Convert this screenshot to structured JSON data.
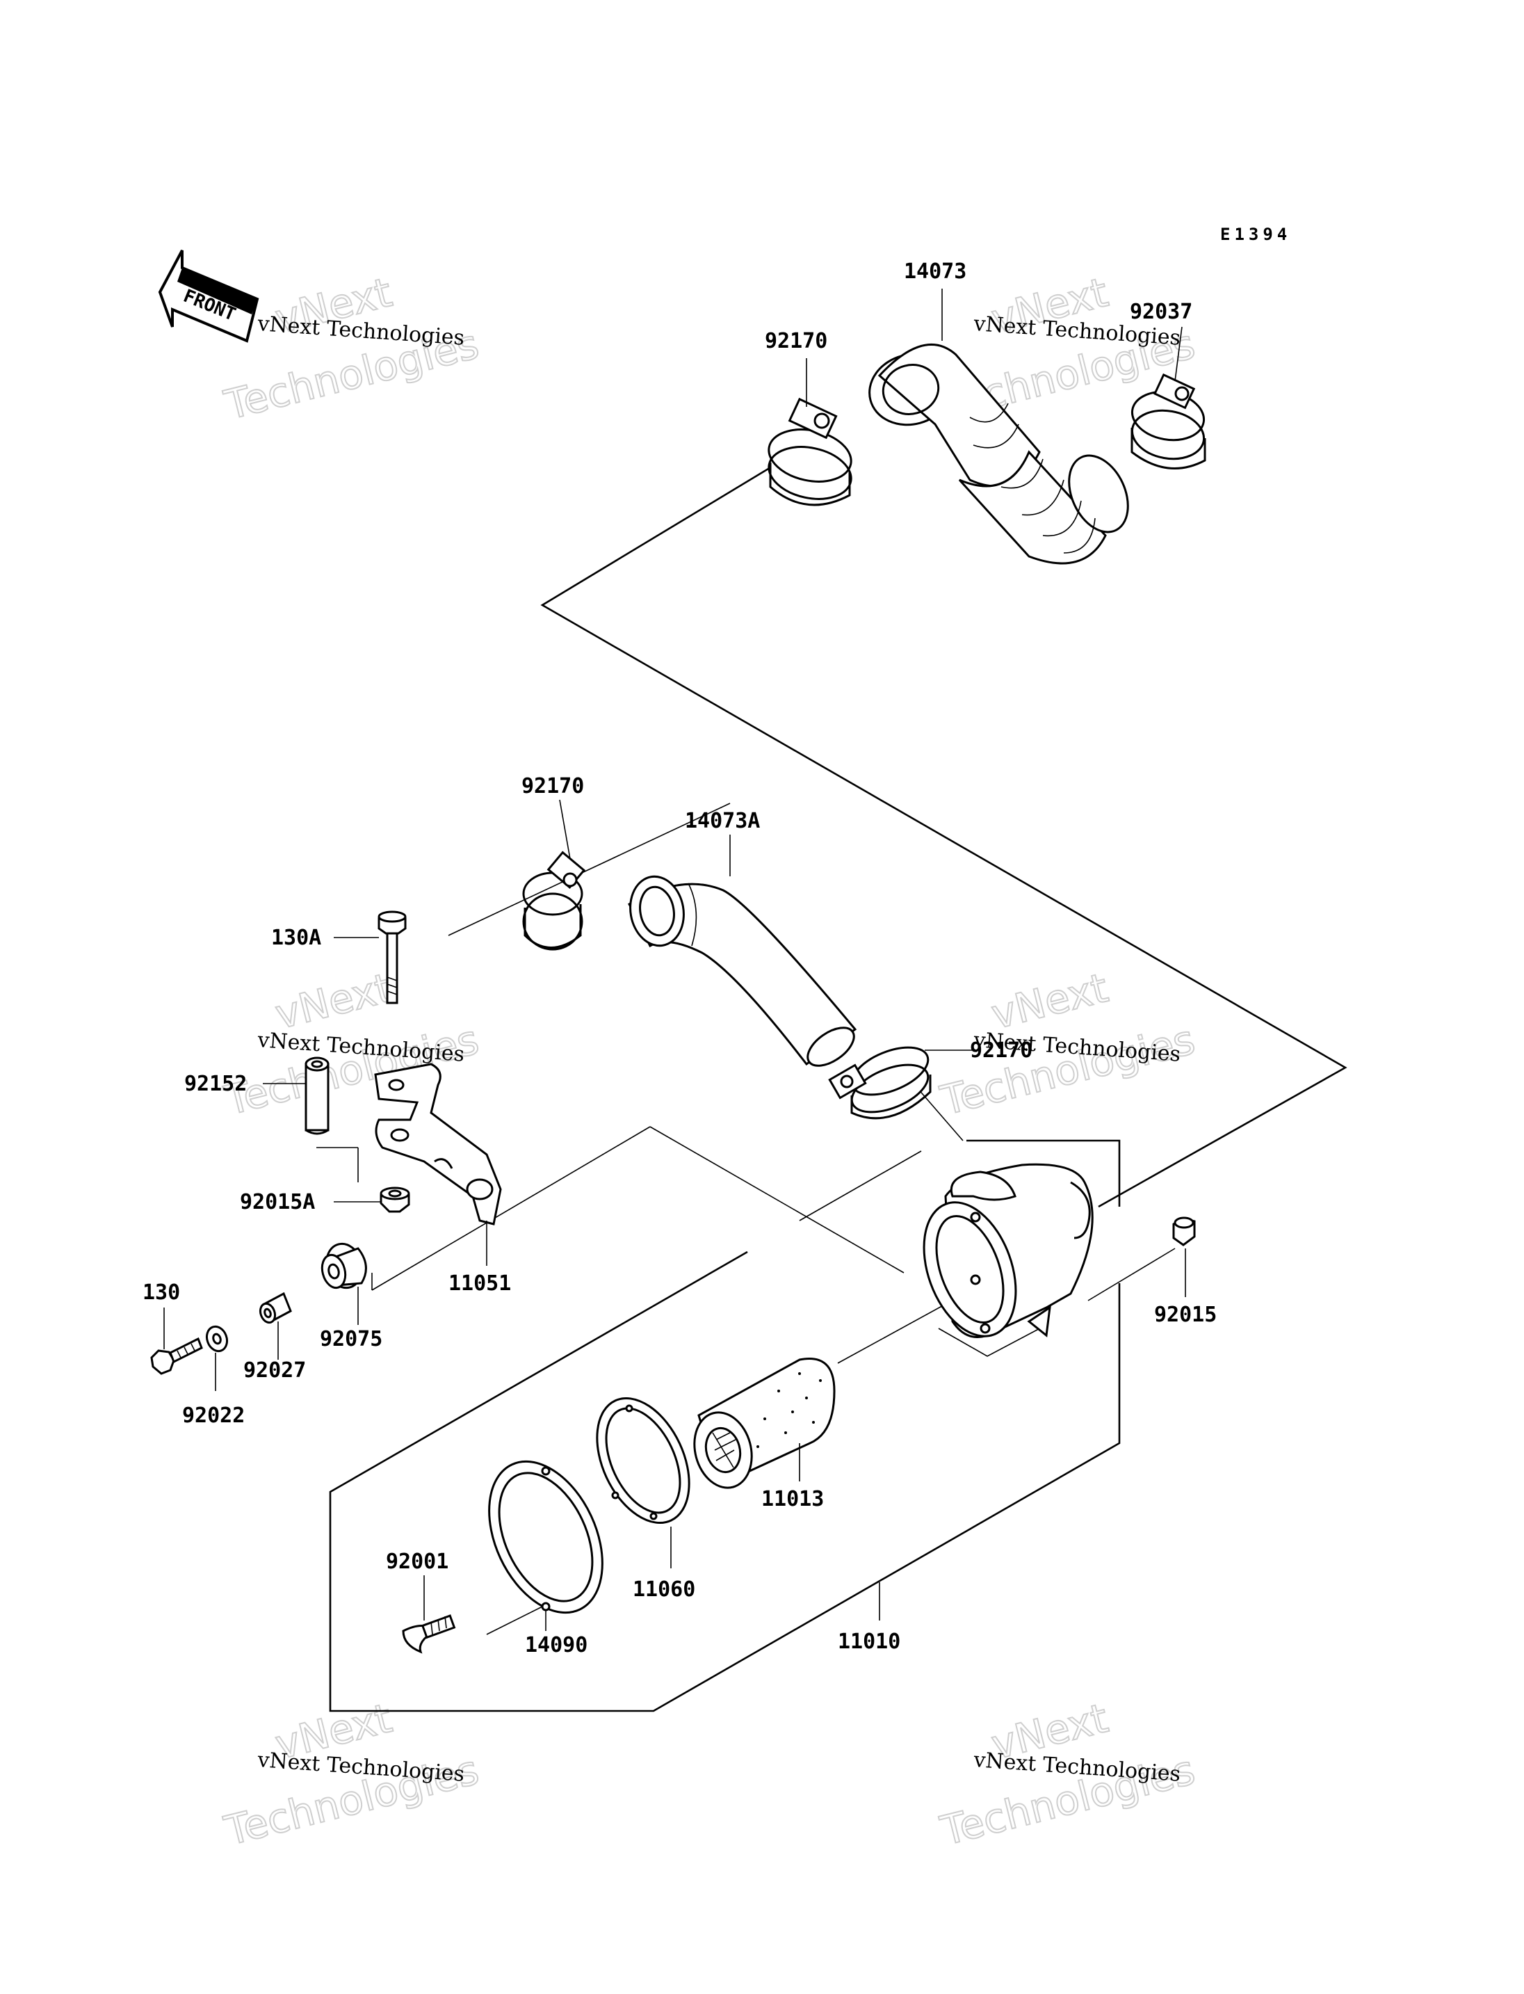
{
  "diagram_code": "E1394",
  "front_label": "FRONT",
  "watermark_small": "vNext Technologies",
  "watermark_brand": "vNext",
  "watermark_big": "Technologies",
  "parts": {
    "p92170_a": "92170",
    "p14073": "14073",
    "p92037": "92037",
    "p92170_b": "92170",
    "p14073A": "14073A",
    "p92170_c": "92170",
    "p130A": "130A",
    "p92152": "92152",
    "p92015A": "92015A",
    "p11051": "11051",
    "p130": "130",
    "p92075": "92075",
    "p92027": "92027",
    "p92022": "92022",
    "p92015": "92015",
    "p11013": "11013",
    "p11060": "11060",
    "p92001": "92001",
    "p14090": "14090",
    "p11010": "11010"
  }
}
